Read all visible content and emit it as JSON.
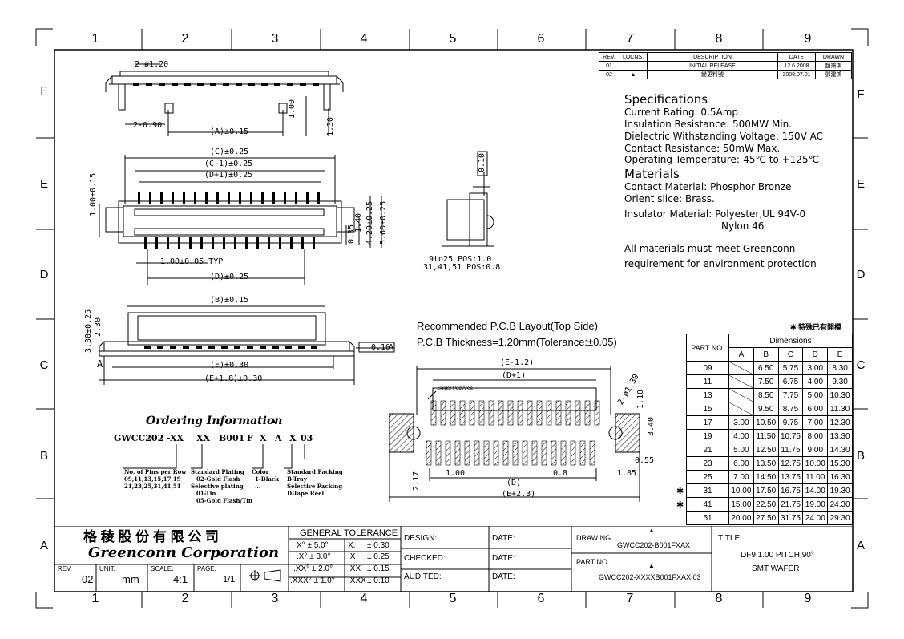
{
  "grid": {
    "columns": [
      "1",
      "2",
      "3",
      "4",
      "5",
      "6",
      "7",
      "8",
      "9"
    ],
    "rows": [
      "F",
      "E",
      "D",
      "C",
      "B",
      "A"
    ]
  },
  "revision_table": {
    "headers": [
      "REV.",
      "LOCNS.",
      "DESCRIPTION",
      "DATE",
      "DRAWN"
    ],
    "rows": [
      [
        "01",
        "",
        "INITIAL RELEASE",
        "12.6.2008",
        "趙秉鴻"
      ],
      [
        "02",
        "▲",
        "變更料號",
        "2008.07.01",
        "鄧建鴻"
      ]
    ]
  },
  "specifications": {
    "title": "Specifications",
    "lines": [
      "Current Rating:  0.5Amp",
      "Insulation Resistance:  500MW Min.",
      "Dielectric Withstanding Voltage: 150V AC",
      "Contact Resistance:  50mW Max.",
      "Operating Temperature:-45℃ to +125℃"
    ],
    "materials_title": "Materials",
    "materials": [
      "Contact Material: Phosphor Bronze",
      "Orient slice: Brass.",
      "Insulator Material:   Polyester,UL 94V-0",
      "Nylon 46"
    ],
    "note_1": "All materials must meet Greenconn",
    "note_2": "requirement for environment protection"
  },
  "dimension_table": {
    "note": "✱ 特殊已有開模",
    "part_no_header": "PART NO.",
    "group_header": "Dimensions",
    "columns": [
      "A",
      "B",
      "C",
      "D",
      "E"
    ],
    "rows": [
      {
        "mark": "",
        "part": "09",
        "a": "",
        "b": "6.50",
        "c": "5.75",
        "d": "3.00",
        "e": "8.30"
      },
      {
        "mark": "",
        "part": "11",
        "a": "",
        "b": "7.50",
        "c": "6.75",
        "d": "4.00",
        "e": "9.30"
      },
      {
        "mark": "",
        "part": "13",
        "a": "",
        "b": "8.50",
        "c": "7.75",
        "d": "5.00",
        "e": "10.30"
      },
      {
        "mark": "",
        "part": "15",
        "a": "",
        "b": "9.50",
        "c": "8.75",
        "d": "6.00",
        "e": "11.30"
      },
      {
        "mark": "",
        "part": "17",
        "a": "3.00",
        "b": "10.50",
        "c": "9.75",
        "d": "7.00",
        "e": "12.30"
      },
      {
        "mark": "",
        "part": "19",
        "a": "4.00",
        "b": "11.50",
        "c": "10.75",
        "d": "8.00",
        "e": "13.30"
      },
      {
        "mark": "",
        "part": "21",
        "a": "5.00",
        "b": "12.50",
        "c": "11.75",
        "d": "9.00",
        "e": "14.30"
      },
      {
        "mark": "",
        "part": "23",
        "a": "6.00",
        "b": "13.50",
        "c": "12.75",
        "d": "10.00",
        "e": "15.30"
      },
      {
        "mark": "",
        "part": "25",
        "a": "7.00",
        "b": "14.50",
        "c": "13.75",
        "d": "11.00",
        "e": "16.30"
      },
      {
        "mark": "✱",
        "part": "31",
        "a": "10.00",
        "b": "17.50",
        "c": "16.75",
        "d": "14.00",
        "e": "19.30"
      },
      {
        "mark": "✱",
        "part": "41",
        "a": "15.00",
        "b": "22.50",
        "c": "21.75",
        "d": "19.00",
        "e": "24.30"
      },
      {
        "mark": "",
        "part": "51",
        "a": "20.00",
        "b": "27.50",
        "c": "31.75",
        "d": "24.00",
        "e": "29.30"
      }
    ]
  },
  "pcb_layout": {
    "title": "Recommended P.C.B Layout(Top Side)",
    "thickness": "P.C.B Thickness=1.20mm(Tolerance:±0.05)",
    "labels": [
      "(E-1.2)",
      "(D+1)",
      "Solder Pad Area",
      "2-ø1.30",
      "1.10",
      "3.40",
      "0.55",
      "1.85",
      "2.17",
      "1.00",
      "0.8",
      "(D)",
      "(E+2.3)"
    ]
  },
  "top_view_labels": [
    "2-ø1.20",
    "2-0.90",
    "(A)±0.15",
    "1.00",
    "1.30"
  ],
  "front_view_labels": [
    "(C)±0.25",
    "(C-1)±0.25",
    "(D+1)±0.25",
    "1.00±0.15",
    "0.35",
    "1.40",
    "4.20±0.25",
    "5.60±0.25",
    "1.00±0.05 TYP",
    "(D)±0.25"
  ],
  "side_view_labels": [
    "0.10",
    "9to25 POS:1.0",
    "31,41,51 POS:0.8"
  ],
  "bottom_view_labels": [
    "(B)±0.15",
    "3.30±0.25",
    "2.30",
    "A",
    "0.10",
    "A",
    "(E)±0.30",
    "(E+1.8)±0.30"
  ],
  "ordering": {
    "title": "Ordering Information",
    "code_parts": [
      "GWCC202 -",
      "XX",
      "XX",
      "B001",
      "F",
      "X",
      "A",
      "X",
      "03"
    ],
    "pins_title": "No. of Pins per Row",
    "pins_1": "09,11,13,15,17,19",
    "pins_2": "21,23,25,31,41,51",
    "plating_title": "Standard Plating",
    "plating_1": "02-Gold Flash",
    "plating_2": "Selective plating",
    "plating_3": "01-Tin",
    "plating_4": "05-Gold Flash/Tin",
    "color_title": "Color",
    "color_1": "1-Black",
    "color_2": "...",
    "pack_title": "Standard Packing",
    "pack_1": "B-Tray",
    "pack_2": "Selective Packing",
    "pack_3": "D-Tape Reel"
  },
  "title_block": {
    "company_cn": "格 稜 股 份 有 限 公 司",
    "company_en": "Greenconn Corporation",
    "rev_label": "REV.",
    "rev": "02",
    "unit_label": "UNIT.",
    "unit": "mm",
    "scale_label": "SCALE.",
    "scale": "4:1",
    "page_label": "PAGE.",
    "page": "1/1",
    "tolerance_title": "GENERAL TOLERANCE",
    "tolerances": [
      [
        "X° ± 5.0°",
        "X.",
        "± 0.30"
      ],
      [
        ".X° ± 3.0°",
        ".X",
        "± 0.25"
      ],
      [
        ".XX° ± 2.0°",
        ".XX",
        "± 0.15"
      ],
      [
        ".XXX° ± 1.0°",
        ".XXX",
        "± 0.10"
      ]
    ],
    "design_label": "DESIGN:",
    "checked_label": "CHECKED:",
    "audited_label": "AUDITED:",
    "date_label": "DATE:",
    "drawing_label": "DRAWING",
    "drawing_no": "GWCC202-B001FXAX",
    "part_no_label": "PART NO.",
    "part_no": "GWCC202-XXXXB001FXAX 03",
    "title_label": "TITLE",
    "title_1": "DF9 1.00 PITCH 90°",
    "title_2": "SMT WAFER"
  }
}
